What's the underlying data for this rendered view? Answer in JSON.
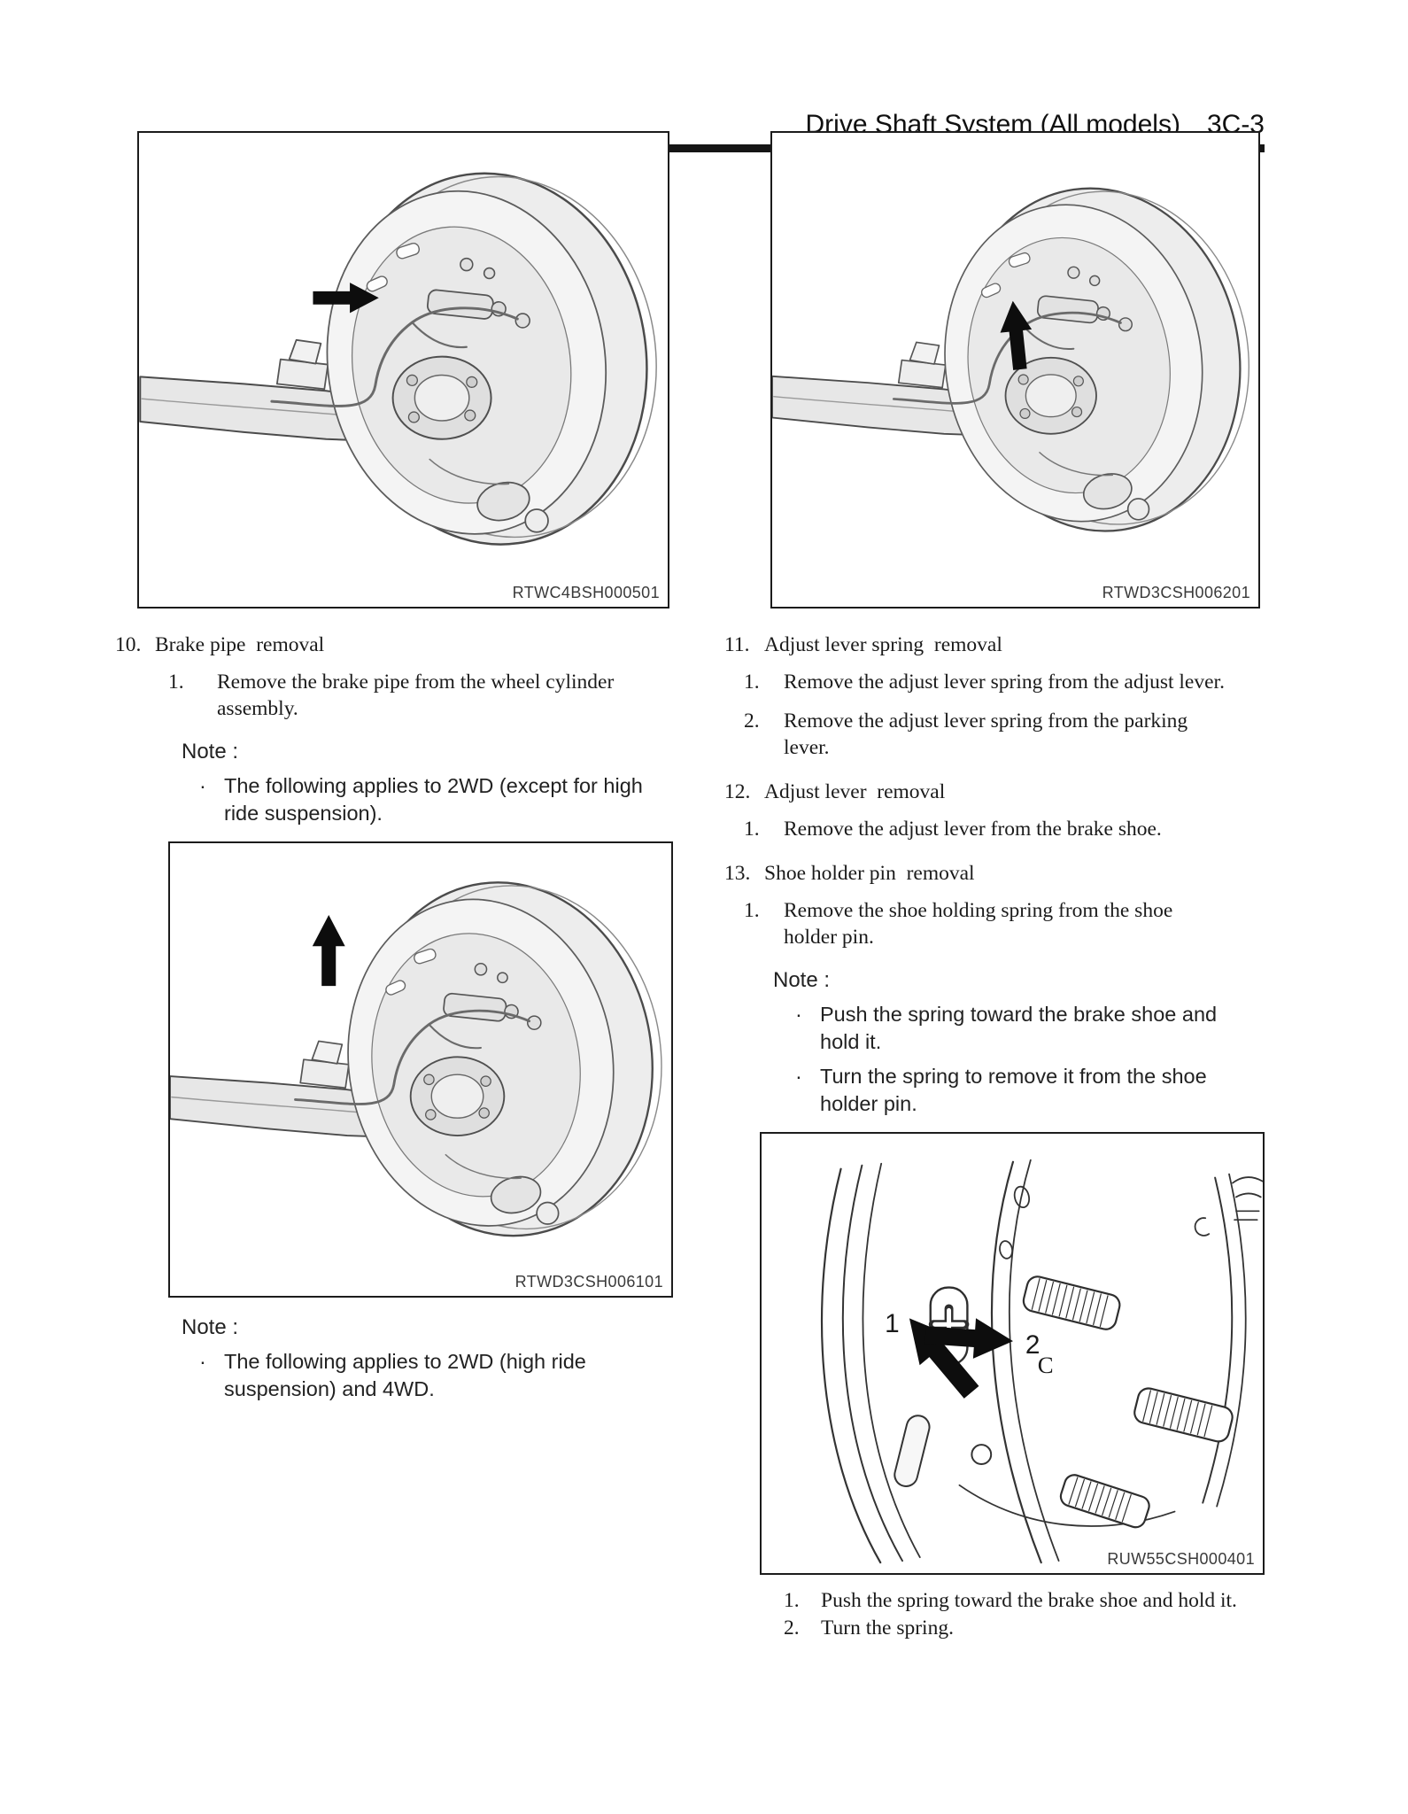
{
  "header": {
    "title": "Drive Shaft System (All models)",
    "page_number": "3C-3"
  },
  "bullet_char": "·",
  "figures": {
    "fig1": {
      "caption": "RTWC4BSH000501"
    },
    "fig2": {
      "caption": "RTWD3CSH006101"
    },
    "fig3": {
      "caption": "RTWD3CSH006201"
    },
    "fig4": {
      "caption": "RUW55CSH000401",
      "labels": {
        "arrow1": "1",
        "arrow2": "2",
        "c": "C"
      }
    }
  },
  "left": {
    "section10": {
      "num": "10.",
      "title": "Brake pipe  removal",
      "steps": [
        {
          "num": "1.",
          "text": "Remove the brake pipe from the wheel cylinder assembly."
        }
      ]
    },
    "note1": {
      "label": "Note :",
      "bullets": [
        {
          "text": "The following applies to 2WD (except for high ride suspension)."
        }
      ]
    },
    "note2": {
      "label": "Note :",
      "bullets": [
        {
          "text": "The following applies to 2WD (high ride suspension) and 4WD."
        }
      ]
    }
  },
  "right": {
    "section11": {
      "num": "11.",
      "title": "Adjust lever spring  removal",
      "steps": [
        {
          "num": "1.",
          "text": "Remove the adjust lever spring from the adjust lever."
        },
        {
          "num": "2.",
          "text": "Remove the adjust lever spring from the parking lever."
        }
      ]
    },
    "section12": {
      "num": "12.",
      "title": "Adjust lever  removal",
      "steps": [
        {
          "num": "1.",
          "text": "Remove the adjust lever from the brake shoe."
        }
      ]
    },
    "section13": {
      "num": "13.",
      "title": "Shoe holder pin  removal",
      "steps": [
        {
          "num": "1.",
          "text": "Remove the shoe holding spring from the shoe holder pin."
        }
      ]
    },
    "note3": {
      "label": "Note :",
      "bullets": [
        {
          "text": "Push the spring toward the brake shoe and hold it."
        },
        {
          "text": "Turn the spring to remove it from the shoe holder pin."
        }
      ]
    },
    "post_steps": [
      {
        "num": "1.",
        "text": "Push the spring toward the brake shoe and hold it."
      },
      {
        "num": "2.",
        "text": "Turn the spring."
      }
    ]
  }
}
